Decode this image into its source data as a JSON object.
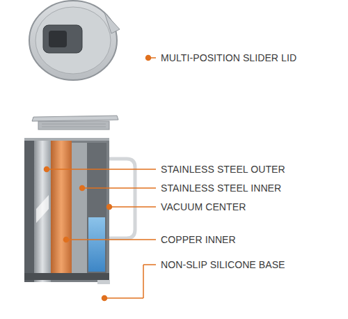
{
  "diagram": {
    "labels": [
      "MULTI-POSITION SLIDER LID",
      "STAINLESS STEEL OUTER",
      "STAINLESS STEEL INNER",
      "VACUUM CENTER",
      "COPPER INNER",
      "NON-SLIP SILICONE BASE"
    ]
  }
}
